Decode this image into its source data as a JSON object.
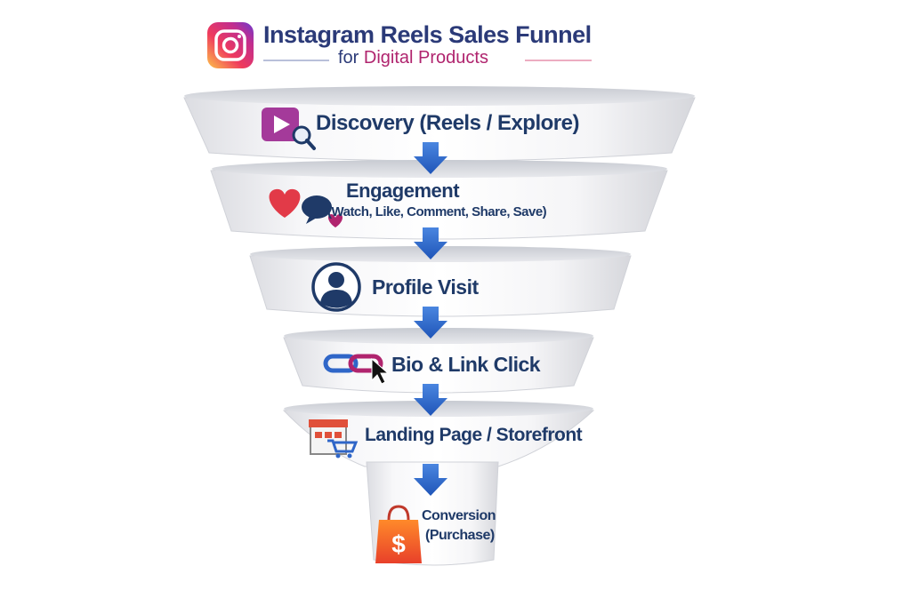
{
  "header": {
    "title": "Instagram Reels Sales Funnel",
    "subtitle_prefix": "for",
    "subtitle_highlight": "Digital Products"
  },
  "stages": [
    {
      "title": "Discovery (Reels / Explore)",
      "icon": "play-search-icon"
    },
    {
      "title": "Engagement",
      "detail": "(Watch, Like, Comment, Share, Save)",
      "icon": "heart-comment-icon"
    },
    {
      "title": "Profile Visit",
      "icon": "user-profile-icon"
    },
    {
      "title": "Bio & Link Click",
      "icon": "link-cursor-icon"
    },
    {
      "title": "Landing Page / Storefront",
      "icon": "store-cart-icon"
    },
    {
      "title": "Conversion",
      "detail": "(Purchase)",
      "icon": "shopping-bag-dollar-icon"
    }
  ],
  "colors": {
    "title": "#2b3a78",
    "accent": "#b0246e",
    "arrow": "#2f66c8",
    "text": "#1f3a68"
  }
}
